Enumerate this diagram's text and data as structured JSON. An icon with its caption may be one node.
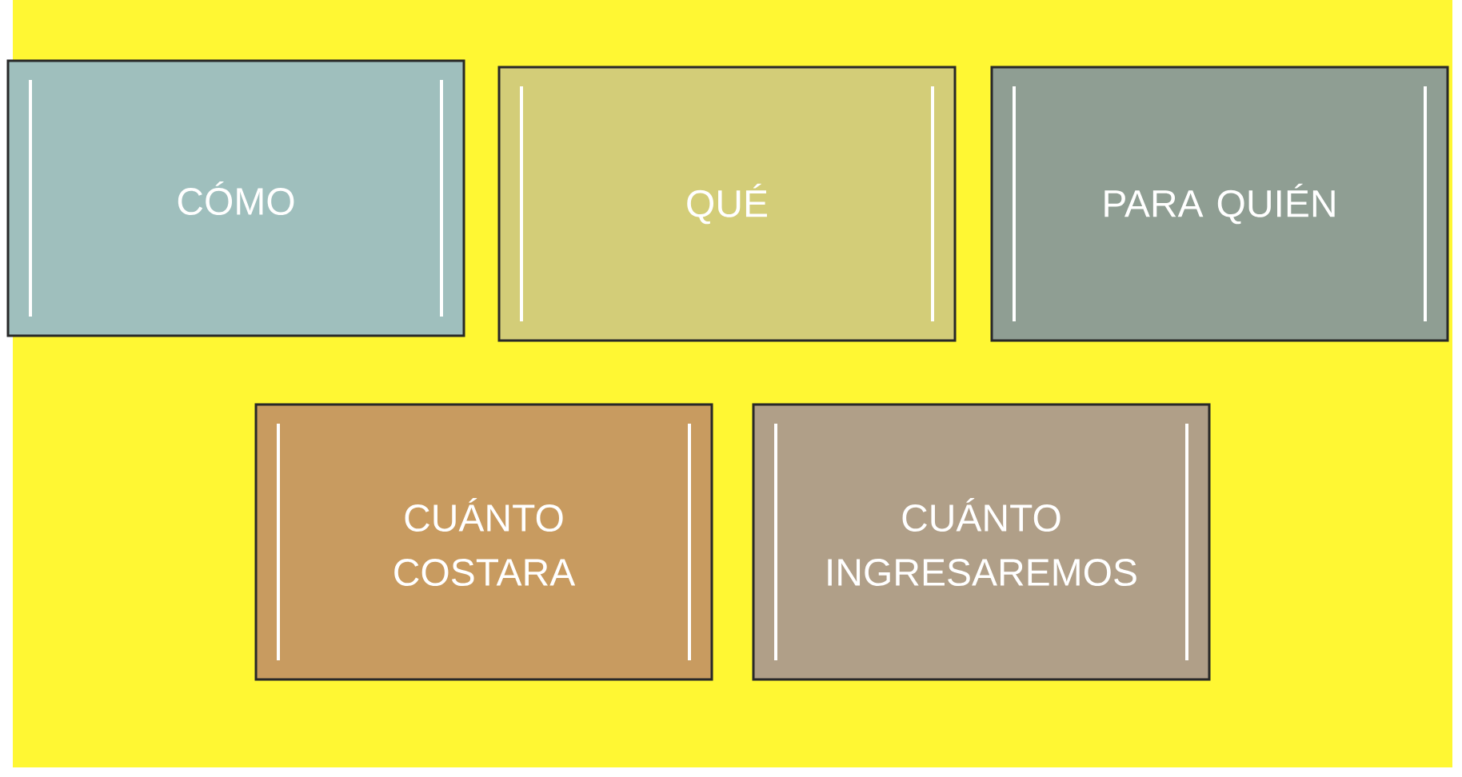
{
  "diagram": {
    "nodes": [
      {
        "text": [
          "CÓMO"
        ]
      },
      {
        "text": [
          "QUÉ"
        ]
      },
      {
        "text": [
          "PARA QUIÉN"
        ]
      },
      {
        "text": [
          "CUÁNTO COSTARA"
        ]
      },
      {
        "text": [
          "CUÁNTO INGRESAREMOS"
        ]
      }
    ]
  }
}
